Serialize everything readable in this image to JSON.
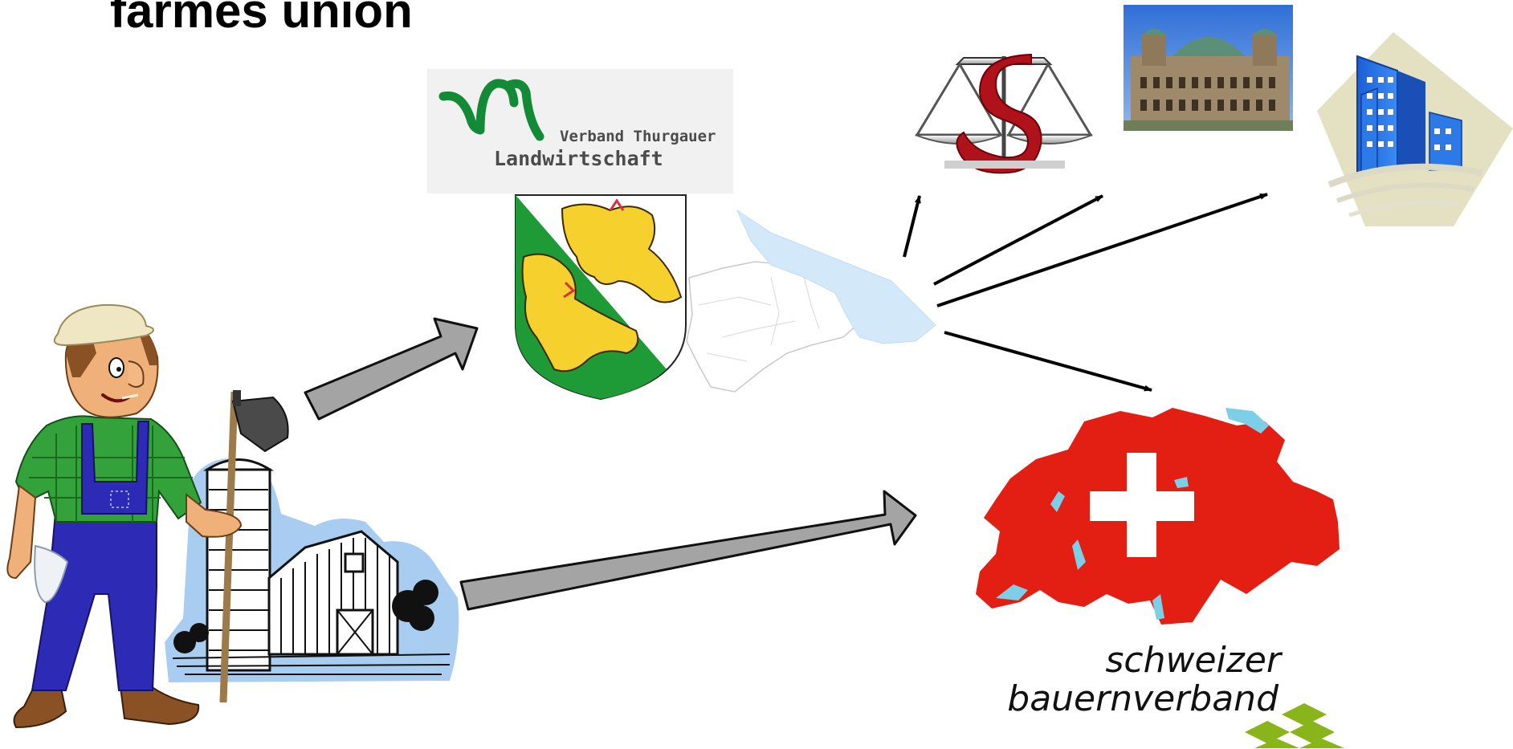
{
  "slide": {
    "title": "farmes union"
  },
  "vtl_logo": {
    "line1": "Verband Thurgauer",
    "line2": "Landwirtschaft",
    "color": "#138a36"
  },
  "sbv_logo": {
    "line1": "schweizer",
    "line2": "bauernverband",
    "accent": "#8ab51a"
  },
  "colors": {
    "swiss_red": "#e31e13",
    "thurgau_green": "#1e9a37",
    "lion_yellow": "#f6d02c",
    "lake_blue": "#cfe6f6",
    "arrow_gray": "#a4a4a4"
  },
  "icons": [
    "farmer-icon",
    "barn-icon",
    "thurgau-coat-of-arms-icon",
    "thurgau-map-icon",
    "law-paragraph-scales-icon",
    "federal-palace-photo-icon",
    "city-buildings-icon",
    "swiss-map-flag-icon",
    "arrow-icon"
  ]
}
